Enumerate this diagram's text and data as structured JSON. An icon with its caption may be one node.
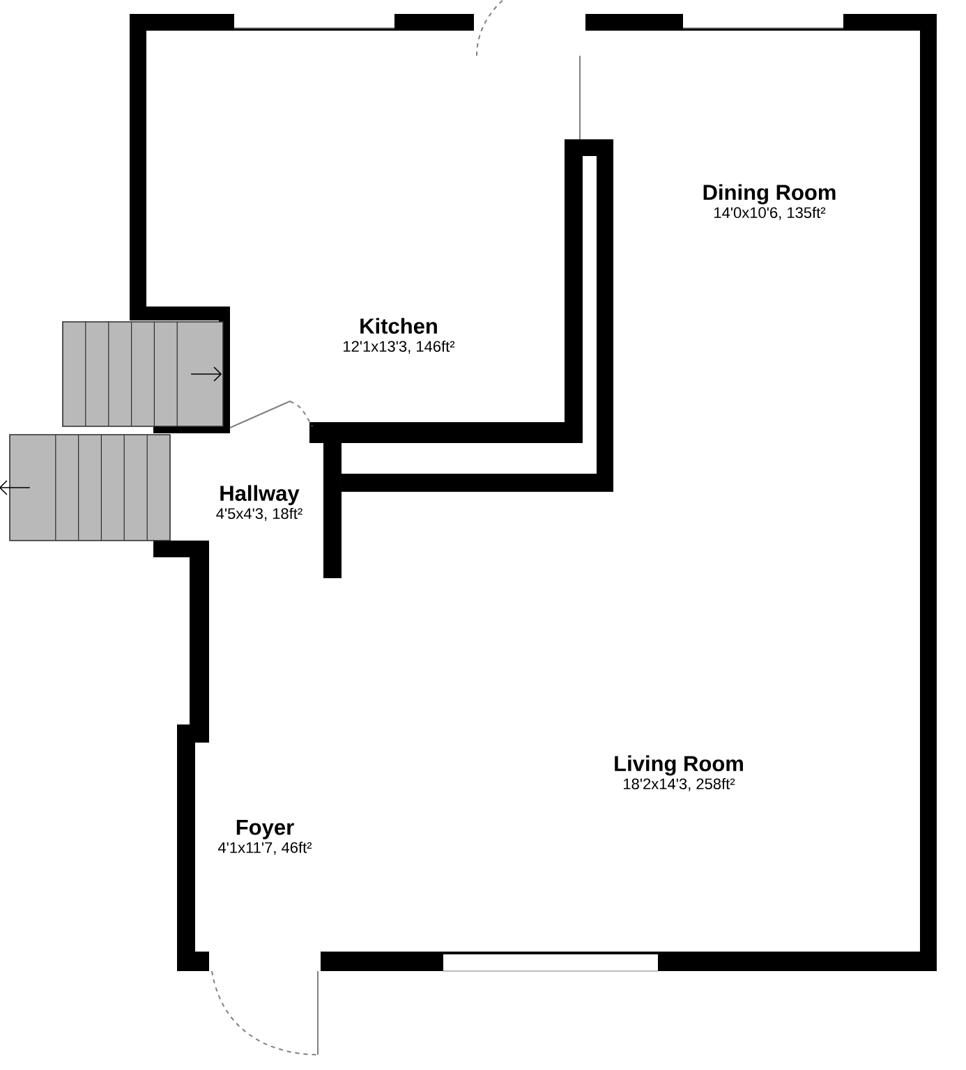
{
  "diagram": {
    "nodes": [
      {
        "text": [
          "Dining Room",
          "14'0x10'6, 135ft²"
        ]
      },
      {
        "text": [
          "Kitchen",
          "12'1x13'3, 146ft²"
        ]
      },
      {
        "text": [
          "Hallway",
          "4'5x4'3, 18ft²"
        ]
      },
      {
        "text": [
          "Living Room",
          "18'2x14'3, 258ft²"
        ]
      },
      {
        "text": [
          "Foyer",
          "4'1x11'7, 46ft²"
        ]
      }
    ]
  }
}
